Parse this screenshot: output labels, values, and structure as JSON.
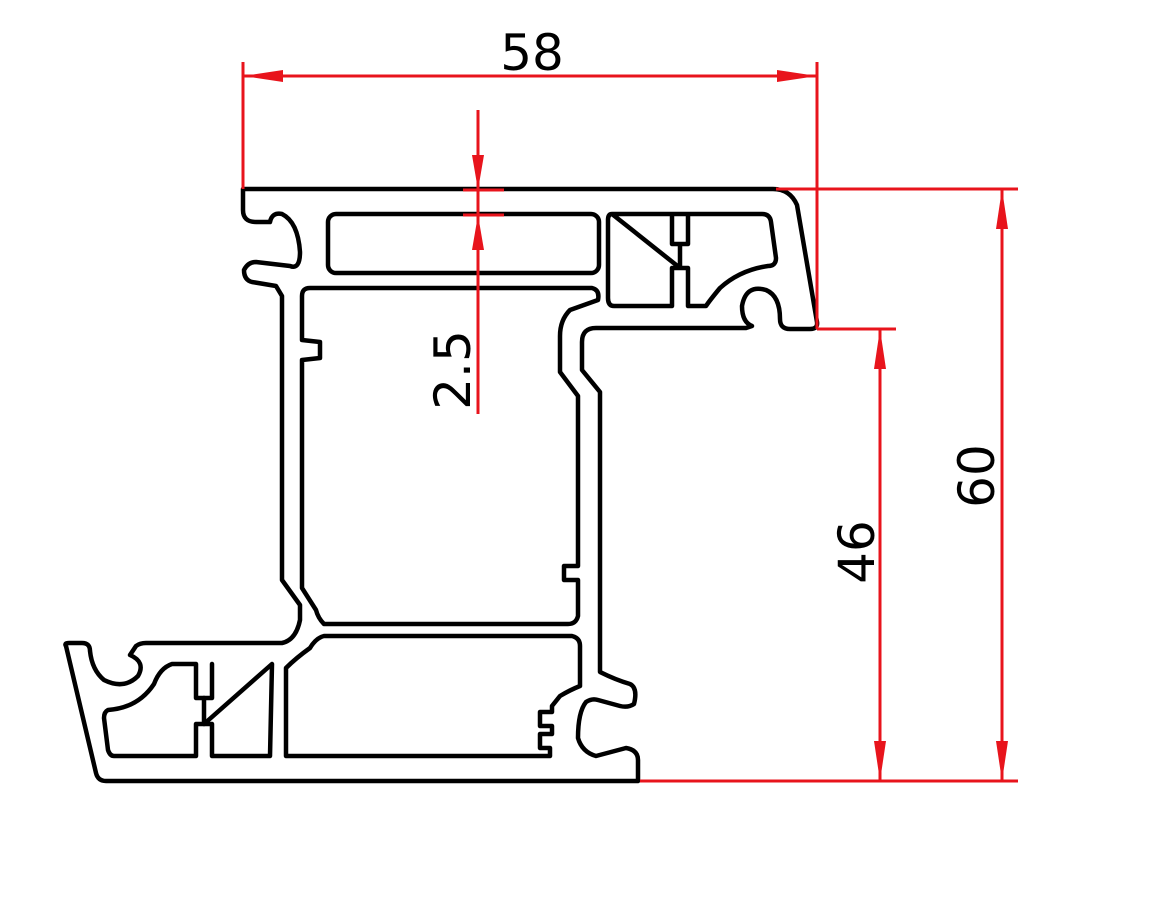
{
  "dimensions": {
    "width_top": "58",
    "wall_thickness": "2.5",
    "height_inner": "46",
    "height_total": "60"
  },
  "colors": {
    "profile_stroke": "#000000",
    "dimension_line": "#e8141c",
    "background": "#ffffff"
  }
}
